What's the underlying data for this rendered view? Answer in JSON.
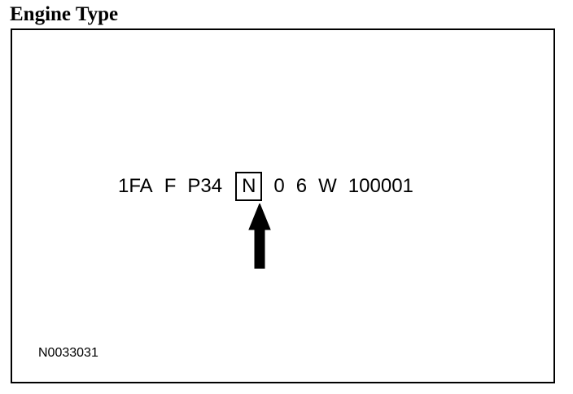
{
  "heading": "Engine Type",
  "vin": {
    "segments": [
      "1FA",
      "F",
      "P34",
      "N",
      "0",
      "6",
      "W",
      "100001"
    ],
    "highlighted_index": 3
  },
  "figure_code": "N0033031",
  "icons": {
    "pointer": "arrow-up-icon"
  }
}
